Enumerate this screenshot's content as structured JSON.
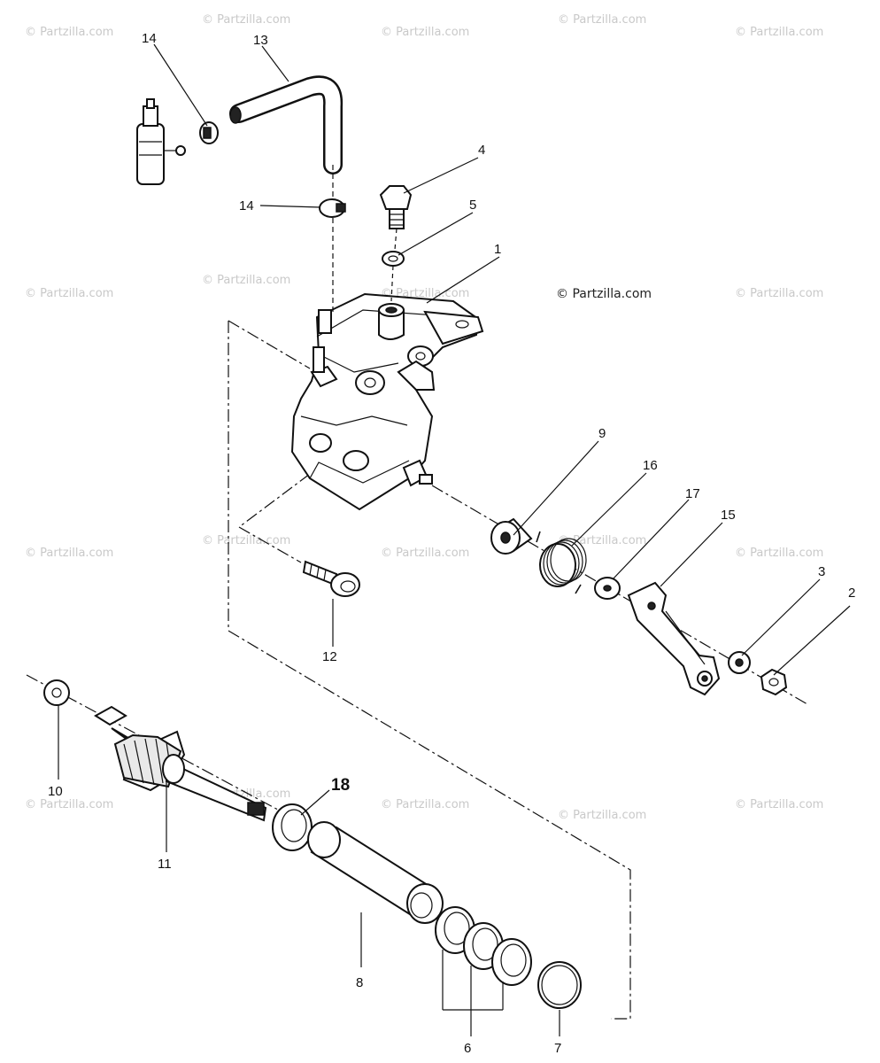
{
  "watermark": {
    "text": "© Partzilla.com",
    "main_text": "© Partzilla.com"
  },
  "callouts": [
    {
      "id": "1",
      "label": "1"
    },
    {
      "id": "2",
      "label": "2"
    },
    {
      "id": "3",
      "label": "3"
    },
    {
      "id": "4",
      "label": "4"
    },
    {
      "id": "5",
      "label": "5"
    },
    {
      "id": "6",
      "label": "6"
    },
    {
      "id": "7",
      "label": "7"
    },
    {
      "id": "8",
      "label": "8"
    },
    {
      "id": "9",
      "label": "9"
    },
    {
      "id": "10",
      "label": "10"
    },
    {
      "id": "11",
      "label": "11"
    },
    {
      "id": "12",
      "label": "12"
    },
    {
      "id": "13",
      "label": "13"
    },
    {
      "id": "14a",
      "label": "14"
    },
    {
      "id": "14b",
      "label": "14"
    },
    {
      "id": "15",
      "label": "15"
    },
    {
      "id": "16",
      "label": "16"
    },
    {
      "id": "17",
      "label": "17"
    },
    {
      "id": "18",
      "label": "18"
    }
  ]
}
